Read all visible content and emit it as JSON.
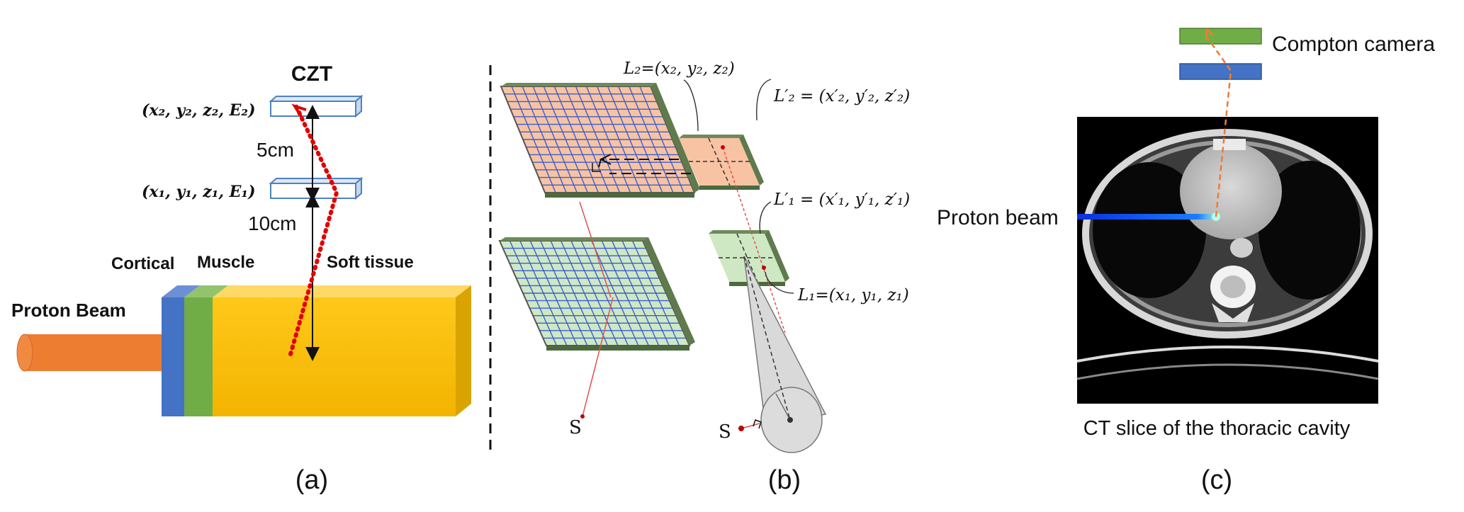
{
  "panel_a": {
    "title": "CZT",
    "coord2": "(x₂, y₂, z₂, E₂)",
    "coord1": "(x₁, y₁, z₁, E₁)",
    "dist1": "5cm",
    "dist2": "10cm",
    "label_cortical": "Cortical",
    "label_muscle": "Muscle",
    "label_soft": "Soft tissue",
    "label_beam": "Proton Beam",
    "caption": "(a)"
  },
  "panel_b": {
    "L2": "L₂=(x₂, y₂, z₂)",
    "L2p": "L′₂ = (x′₂, y′₂, z′₂)",
    "L1p": "L′₁ = (x′₁, y′₁, z′₁)",
    "L1": "L₁=(x₁, y₁, z₁)",
    "s_left": "S",
    "s_right": "S",
    "caption": "(b)"
  },
  "panel_c": {
    "camera_label": "Compton camera",
    "beam_label": "Proton beam",
    "ct_caption": "CT slice of the thoracic cavity",
    "caption": "(c)"
  },
  "colors": {
    "beam_orange": "#ed7d31",
    "cortical_blue": "#4472c4",
    "muscle_green": "#70ad47",
    "tissue_yellow": "#ffc000",
    "grid_orange": "#f8c3a3",
    "grid_green": "#cfe8c4",
    "grid_line_blue": "#3a5fcd",
    "camera_green": "#70ad47",
    "camera_blue": "#4472c4"
  }
}
